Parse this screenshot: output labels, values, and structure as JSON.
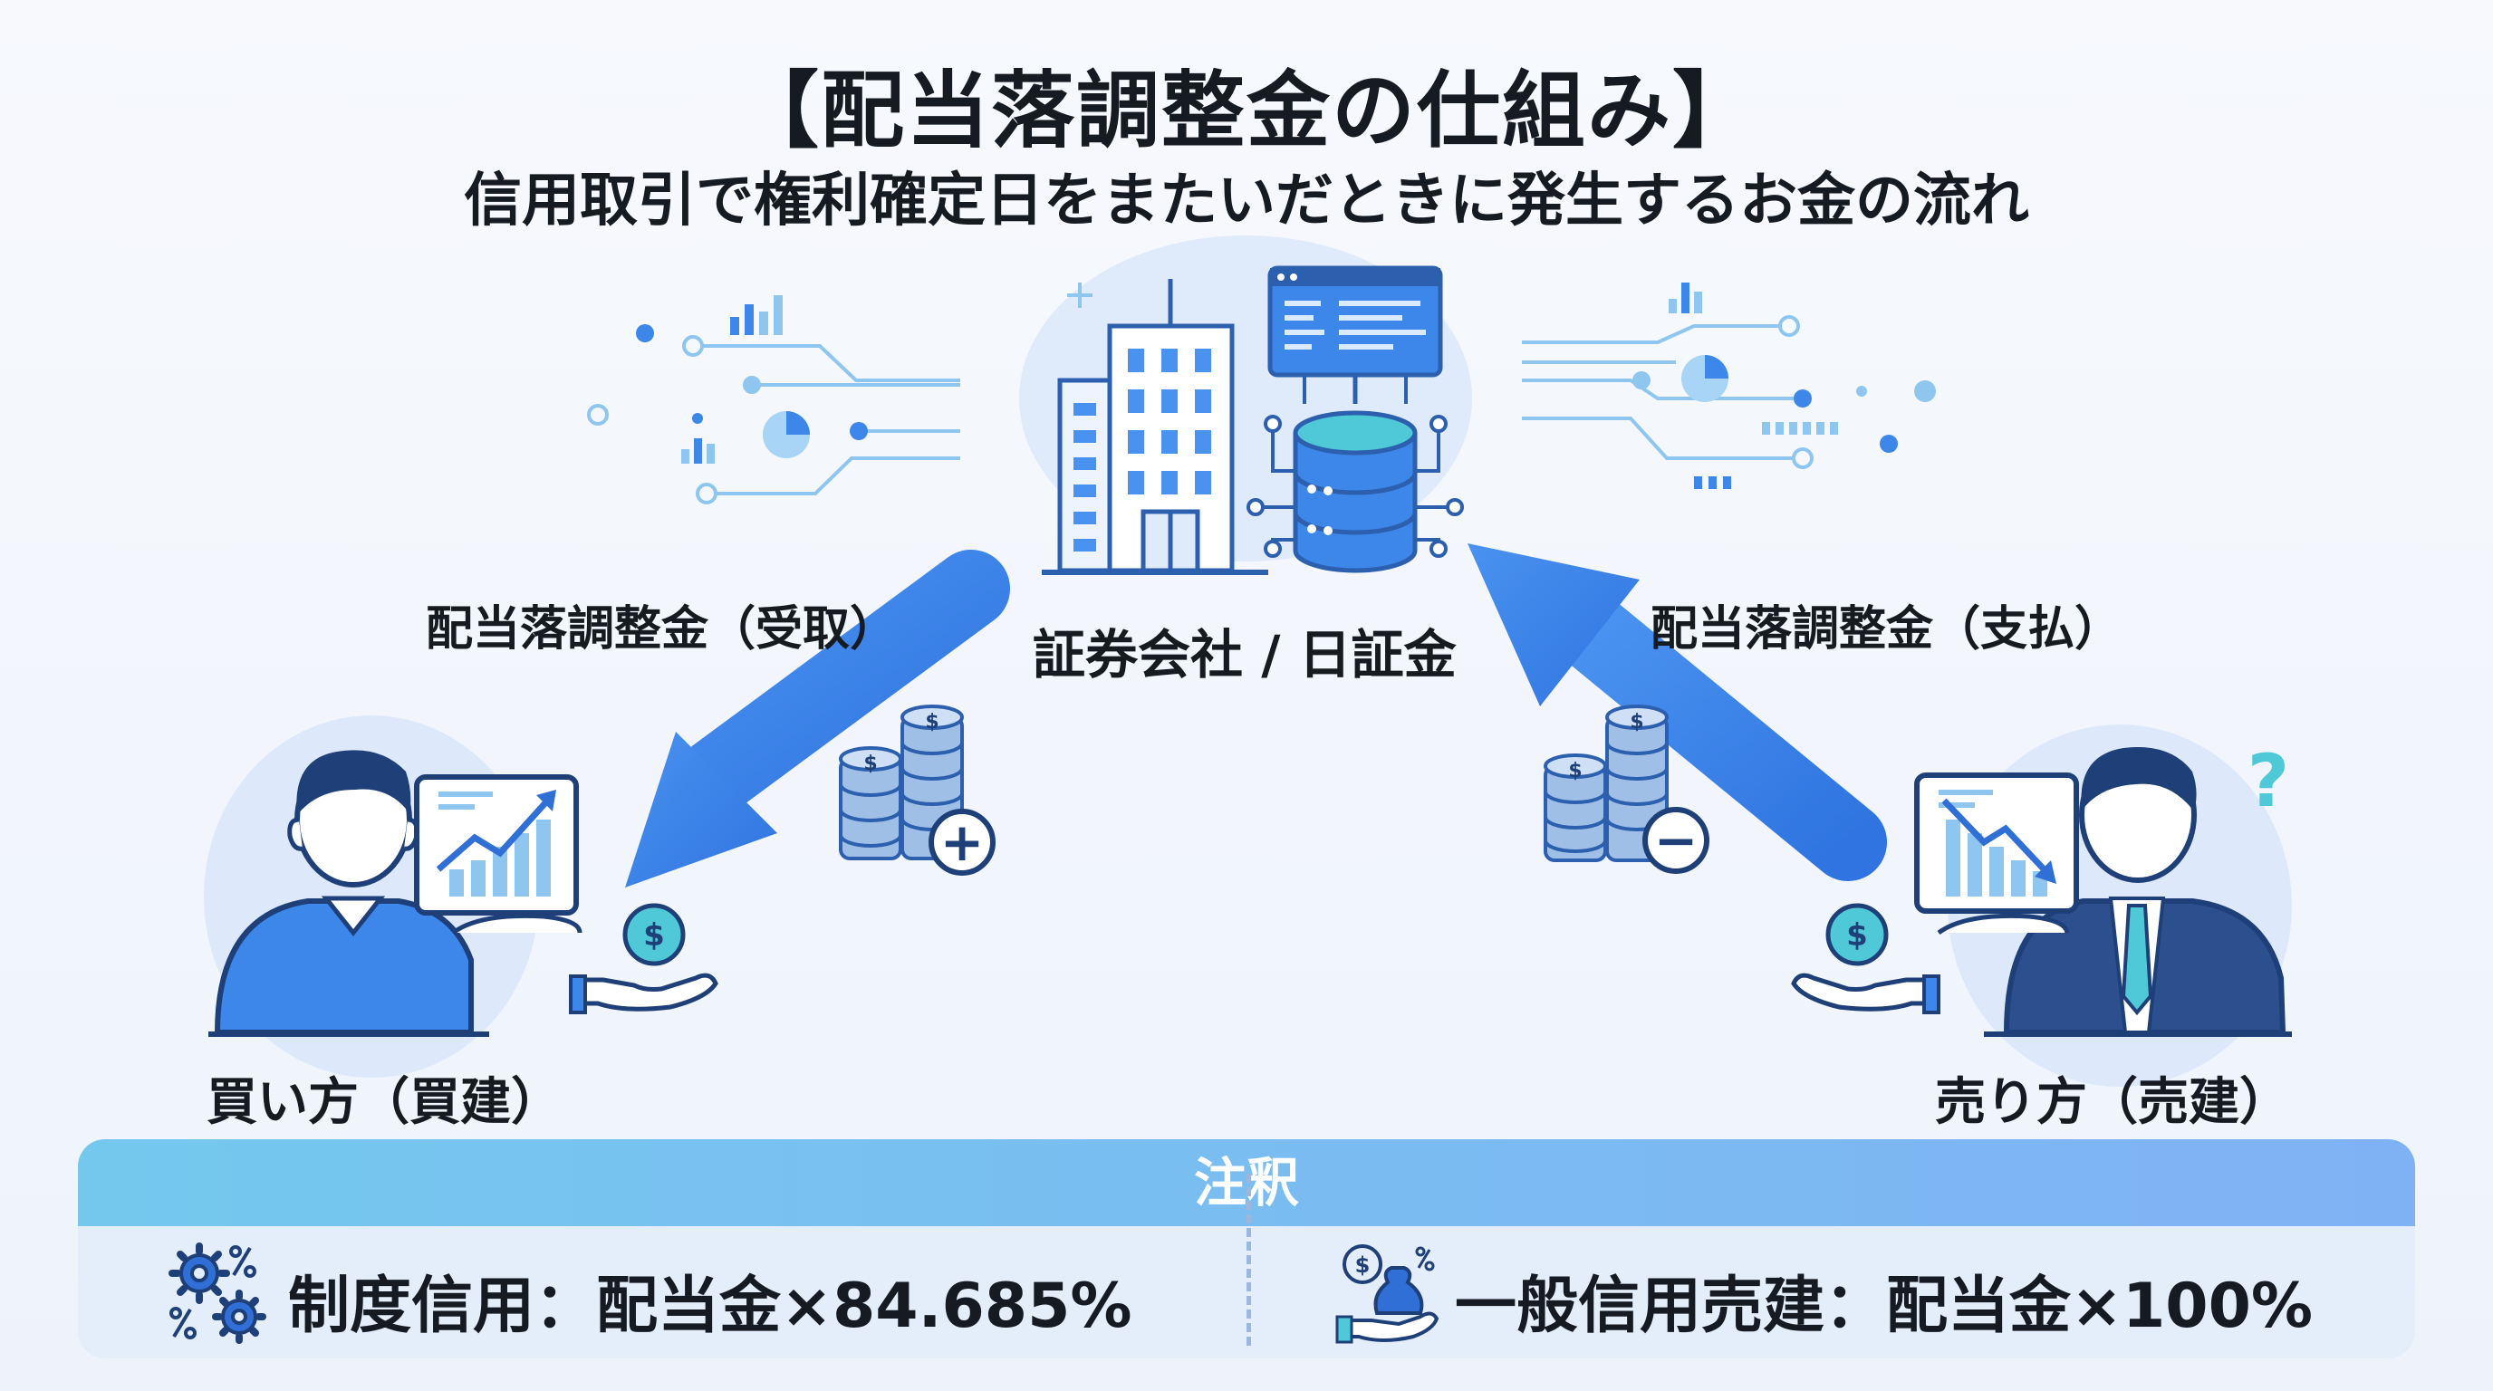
{
  "header": {
    "title": "【配当落調整金の仕組み】",
    "subtitle": "信用取引で権利確定日をまたいだときに発生するお金の流れ"
  },
  "nodes": {
    "center": "証券会社 / 日証金",
    "buyer": "買い方（買建）",
    "seller": "売り方（売建）"
  },
  "flows": {
    "receive": "配当落調整金（受取）",
    "pay": "配当落調整金（支払）"
  },
  "coins": {
    "symbol": "$",
    "plus": "+",
    "minus": "−"
  },
  "seller_mark": "?",
  "notes": {
    "heading": "注釈",
    "items": [
      {
        "text": "制度信用：配当金×84.685%",
        "icon": "gears-percent-icon"
      },
      {
        "text": "一般信用売建：配当金×100%",
        "icon": "moneybag-hand-icon"
      }
    ]
  },
  "colors": {
    "arrow": "#3d86ea",
    "primary": "#2f6fd6",
    "dark_navy": "#1e3f78",
    "note_header": "#79bff0",
    "teal": "#4fc9d8"
  }
}
